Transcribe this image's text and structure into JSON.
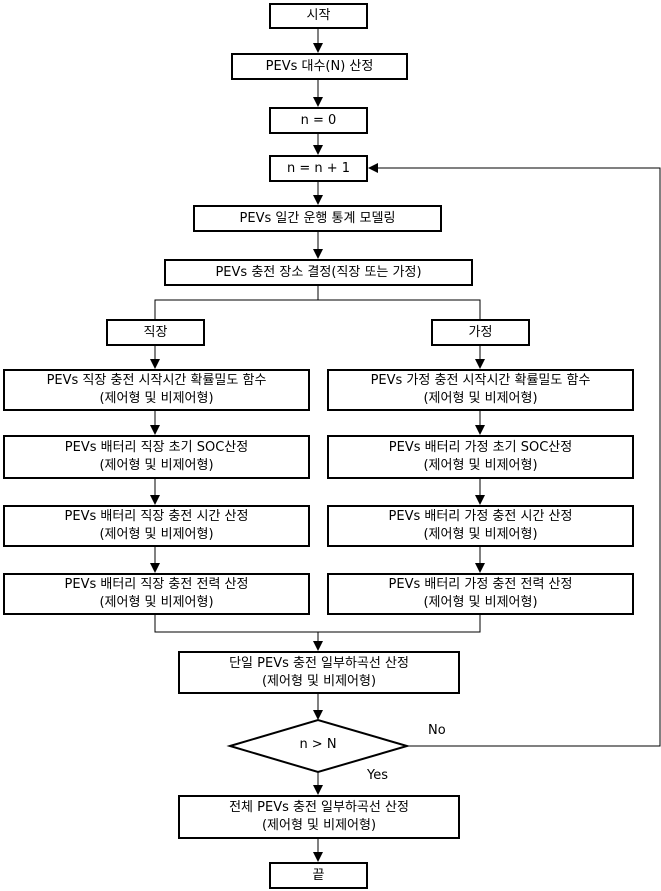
{
  "nodes": {
    "start": {
      "line1": "시작"
    },
    "calc_count": {
      "line1": "PEVs 대수(N) 산정"
    },
    "init_n": {
      "line1": "n = 0"
    },
    "inc_n": {
      "line1": "n = n + 1"
    },
    "model": {
      "line1": "PEVs 일간 운행 통계 모델링"
    },
    "location": {
      "line1": "PEVs 충전 장소 결정(직장 또는 가정)"
    },
    "work": {
      "line1": "직장"
    },
    "home": {
      "line1": "가정"
    },
    "work_pdf": {
      "line1": "PEVs 직장 충전 시작시간 확률밀도 함수",
      "line2": "(제어형 및 비제어형)"
    },
    "home_pdf": {
      "line1": "PEVs 가정 충전 시작시간 확률밀도 함수",
      "line2": "(제어형 및 비제어형)"
    },
    "work_soc": {
      "line1": "PEVs 배터리 직장 초기 SOC산정",
      "line2": "(제어형 및 비제어형)"
    },
    "home_soc": {
      "line1": "PEVs 배터리 가정 초기 SOC산정",
      "line2": "(제어형 및 비제어형)"
    },
    "work_time": {
      "line1": "PEVs 배터리 직장 충전 시간 산정",
      "line2": "(제어형 및 비제어형)"
    },
    "home_time": {
      "line1": "PEVs 배터리 가정 충전 시간 산정",
      "line2": "(제어형 및 비제어형)"
    },
    "work_power": {
      "line1": "PEVs 배터리 직장 충전 전력 산정",
      "line2": "(제어형 및 비제어형)"
    },
    "home_power": {
      "line1": "PEVs 배터리 가정 충전 전력 산정",
      "line2": "(제어형 및 비제어형)"
    },
    "single_load": {
      "line1": "단일 PEVs 충전 일부하곡선 산정",
      "line2": "(제어형 및 비제어형)"
    },
    "decision": {
      "line1": "n > N"
    },
    "total_load": {
      "line1": "전체 PEVs 충전 일부하곡선 산정",
      "line2": "(제어형 및 비제어형)"
    },
    "end": {
      "line1": "끝"
    }
  },
  "edge_labels": {
    "no": "No",
    "yes": "Yes"
  }
}
